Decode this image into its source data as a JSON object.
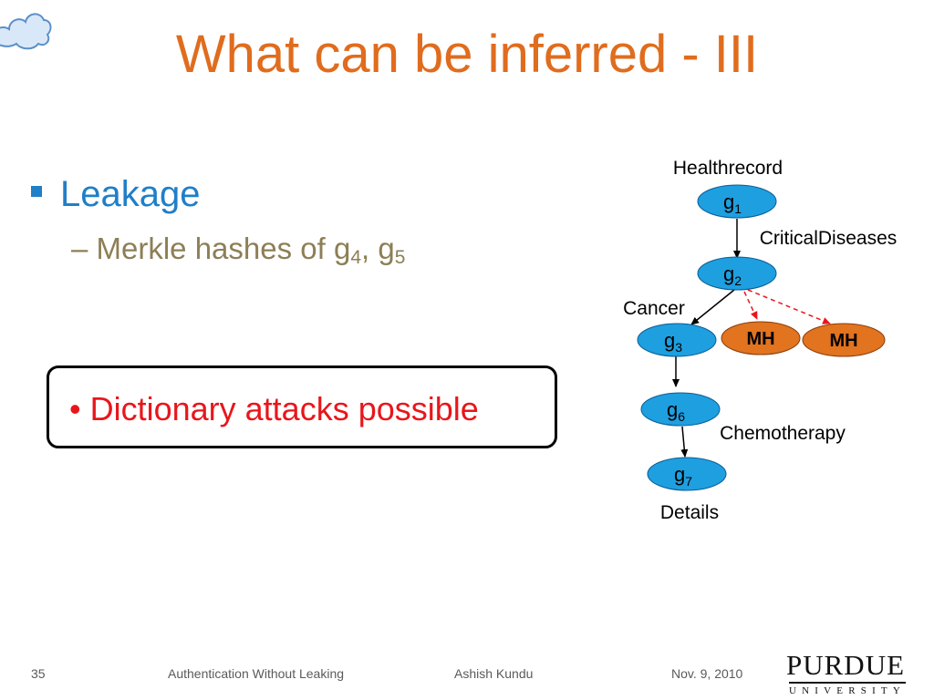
{
  "slide": {
    "title": "What can be inferred - III"
  },
  "bullets": {
    "level1": "Leakage",
    "level2_prefix": "– Merkle hashes of g",
    "level2_sub1": "4",
    "level2_mid": ", g",
    "level2_sub2": "5"
  },
  "callout": {
    "text": "•  Dictionary attacks possible"
  },
  "diagram": {
    "labels": {
      "root": "Healthrecord",
      "edge_g1_g2": "CriticalDiseases",
      "edge_g2_g3": "Cancer",
      "edge_g6": "Chemotherapy",
      "leaf": "Details"
    },
    "nodes": [
      {
        "base": "g",
        "sub": "1"
      },
      {
        "base": "g",
        "sub": "2"
      },
      {
        "base": "g",
        "sub": "3"
      },
      {
        "base": "g",
        "sub": "6"
      },
      {
        "base": "g",
        "sub": "7"
      }
    ],
    "hash_nodes": [
      "MH",
      "MH"
    ],
    "colors": {
      "node_fill": "#1E9FE0",
      "hash_fill": "#E2731F",
      "dashed_edge": "#E8161B"
    }
  },
  "footer": {
    "page_number": "35",
    "presentation": "Authentication  Without Leaking",
    "author": "Ashish Kundu",
    "date": "Nov. 9, 2010"
  },
  "logo": {
    "name": "PURDUE",
    "subtitle": "UNIVERSITY"
  }
}
